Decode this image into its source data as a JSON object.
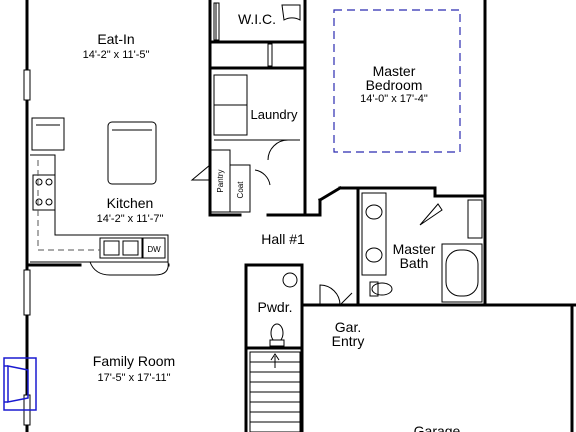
{
  "rooms": {
    "eat_in": {
      "name": "Eat-In",
      "dims": "14'-2\" x 11'-5\""
    },
    "kitchen": {
      "name": "Kitchen",
      "dims": "14'-2\" x 11'-7\""
    },
    "family_room": {
      "name": "Family Room",
      "dims": "17'-5\" x 17'-11\""
    },
    "wic": {
      "name": "W.I.C."
    },
    "laundry": {
      "name": "Laundry"
    },
    "pantry": {
      "name": "Pantry"
    },
    "coat": {
      "name": "Coat"
    },
    "master_bedroom": {
      "line1": "Master",
      "line2": "Bedroom",
      "dims": "14'-0\" x 17'-4\""
    },
    "hall": {
      "name": "Hall #1"
    },
    "master_bath": {
      "line1": "Master",
      "line2": "Bath"
    },
    "powder": {
      "name": "Pwdr."
    },
    "garage_entry": {
      "line1": "Gar.",
      "line2": "Entry"
    },
    "garage": {
      "name": "Garage"
    }
  },
  "fixtures": {
    "dishwasher": "DW"
  },
  "colors": {
    "walls": "#000000",
    "ceiling_outline": "#2b2bb0",
    "fireplace": "#1a1ad0"
  }
}
